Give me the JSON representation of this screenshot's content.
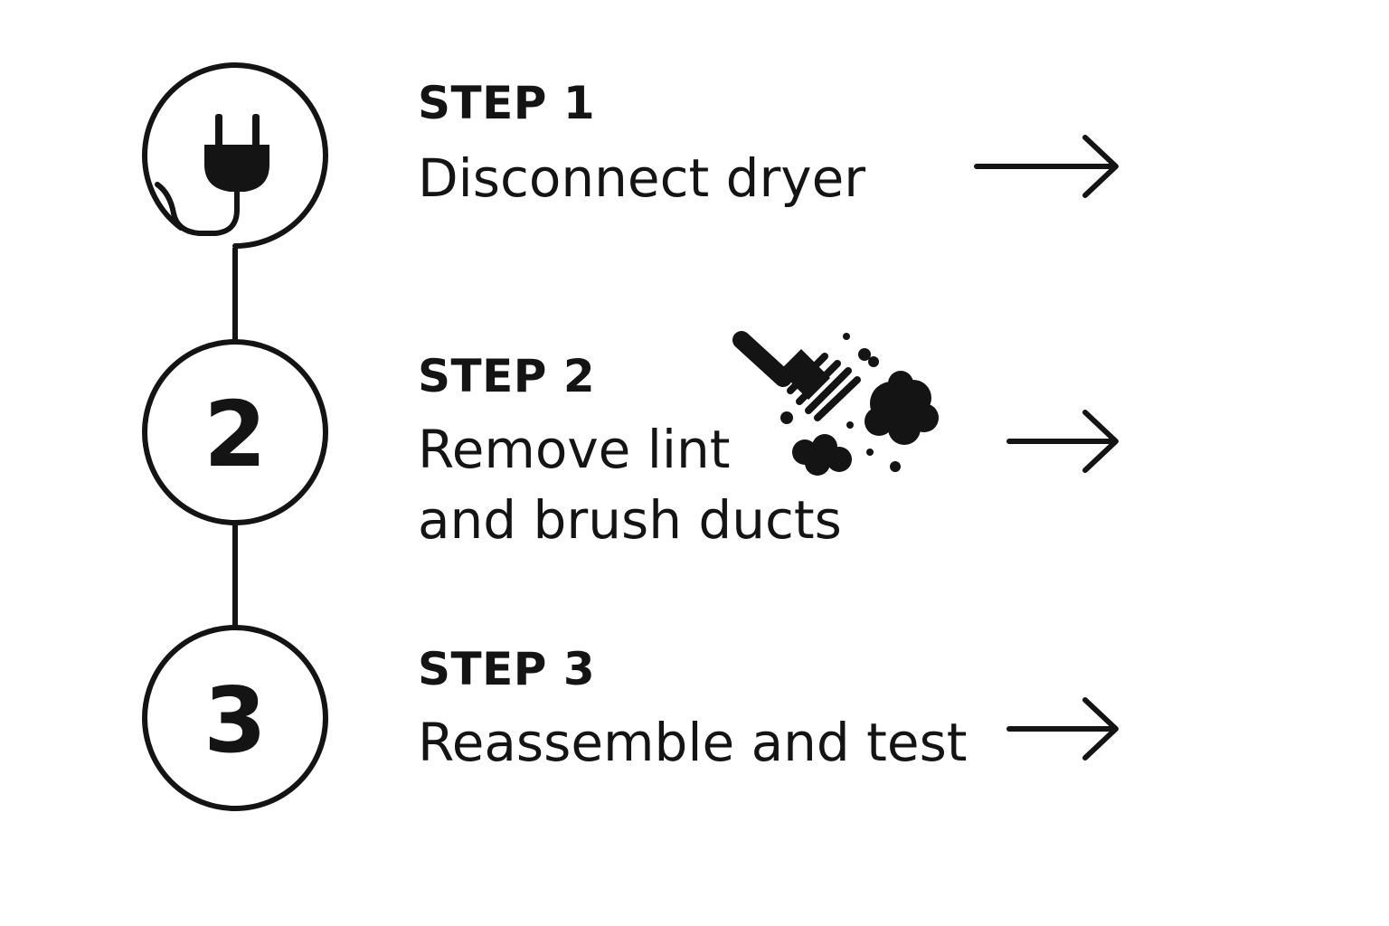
{
  "steps": [
    {
      "title": "STEP 1",
      "description_lines": [
        "Disconnect dryer"
      ],
      "badge_number": "",
      "icon": "plug-icon"
    },
    {
      "title": "STEP 2",
      "description_lines": [
        "Remove lint",
        "and brush ducts"
      ],
      "badge_number": "2",
      "icon": "brush-dust-icon"
    },
    {
      "title": "STEP 3",
      "description_lines": [
        "Reassemble and test"
      ],
      "badge_number": "3",
      "icon": ""
    }
  ],
  "colors": {
    "ink": "#141414",
    "background": "#ffffff"
  }
}
